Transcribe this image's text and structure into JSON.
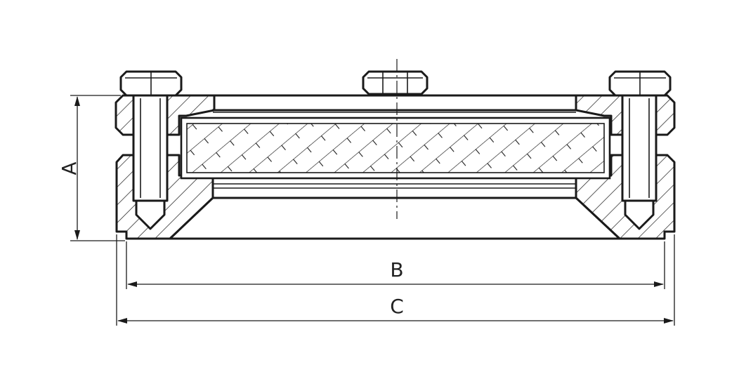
{
  "dimensions": {
    "height_label": "A",
    "inner_width_label": "B",
    "outer_width_label": "C"
  },
  "colors": {
    "line": "#1a1a1a",
    "background": "#ffffff"
  }
}
